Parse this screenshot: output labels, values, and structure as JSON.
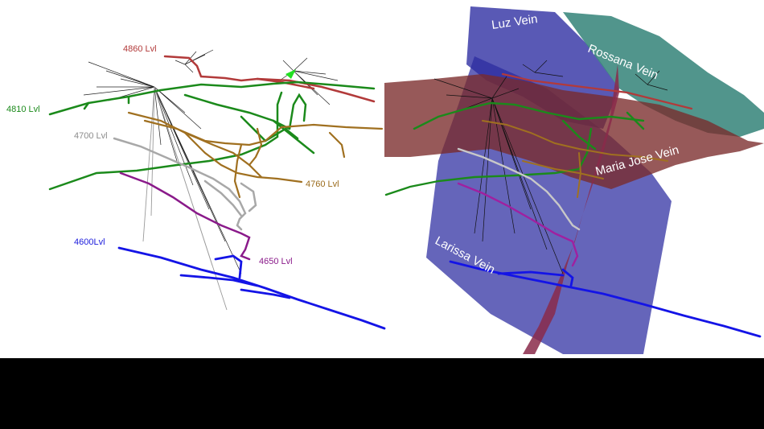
{
  "left_panel": {
    "levels": [
      {
        "label": "4860 Lvl",
        "color": "#b23a3a"
      },
      {
        "label": "4810 Lvl",
        "color": "#1b8a1b"
      },
      {
        "label": "4700 Lvl",
        "color": "#8c8c8c"
      },
      {
        "label": "4760 Lvl",
        "color": "#9a6a1a"
      },
      {
        "label": "4600Lvl",
        "color": "#1a1adc"
      },
      {
        "label": "4650 Lvl",
        "color": "#8a1a8a"
      }
    ]
  },
  "right_panel": {
    "veins": [
      {
        "label": "Luz Vein"
      },
      {
        "label": "Rossana Vein"
      },
      {
        "label": "Maria Jose Vein"
      },
      {
        "label": "Larissa Vein"
      }
    ]
  },
  "colors": {
    "red_level": "#b23a3a",
    "green_level": "#1b8a1b",
    "gray_level": "#a8a8a8",
    "brown_level": "#a07020",
    "blue_level": "#1414e6",
    "purple_level": "#8a1a8a",
    "luz_vein": "#2a2aa0",
    "rossana_vein": "#3e8a80",
    "maria_jose_vein": "#7a2a2a",
    "larissa_vein": "#2a2aa0"
  }
}
